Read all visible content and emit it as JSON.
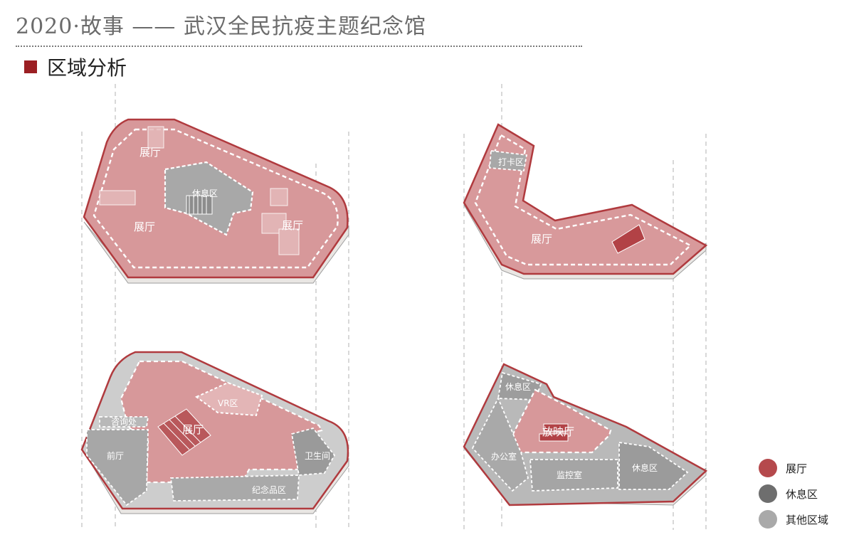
{
  "header": {
    "title": "2020·故事 —— 武汉全民抗疫主题纪念馆",
    "section_title": "区域分析"
  },
  "plans": [
    {
      "labels": [
        "展厅",
        "休息区",
        "展厅",
        "展厅"
      ]
    },
    {
      "labels": [
        "打卡区",
        "展厅"
      ]
    },
    {
      "labels": [
        "VR区",
        "咨询处",
        "展厅",
        "前厅",
        "卫生间",
        "纪念品区"
      ]
    },
    {
      "labels": [
        "休息区",
        "放映厅",
        "办公室",
        "监控室",
        "休息区"
      ]
    }
  ],
  "legend": [
    {
      "label": "展厅",
      "color": "#b5494c"
    },
    {
      "label": "休息区",
      "color": "#6e6e6e"
    },
    {
      "label": "其他区域",
      "color": "#a9a9a9"
    }
  ],
  "colors": {
    "accent": "#9b1f23",
    "hall": "#c9777a",
    "rest": "#8a8a8a",
    "other": "#bdbdbd"
  }
}
